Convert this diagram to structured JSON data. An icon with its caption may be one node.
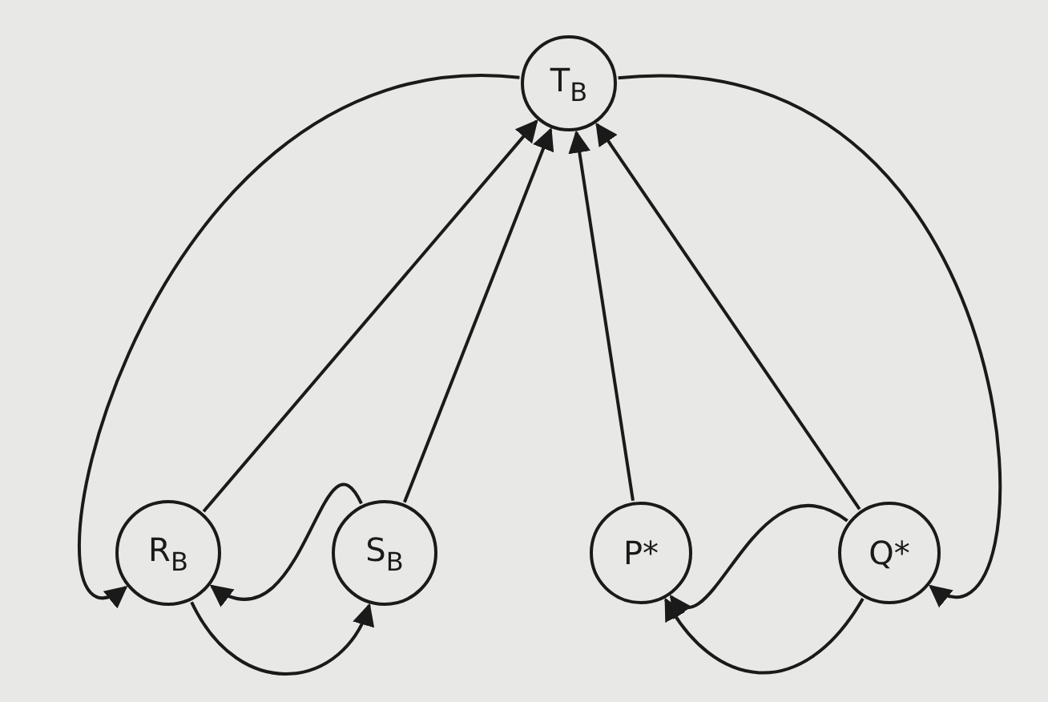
{
  "diagram": {
    "nodes": [
      {
        "text": [
          "T$_{B}$"
        ]
      },
      {
        "text": [
          "R$_{B}$"
        ]
      },
      {
        "text": [
          "S$_{B}$"
        ]
      },
      {
        "text": [
          "P*"
        ]
      },
      {
        "text": [
          "Q*"
        ]
      }
    ],
    "edges": [
      {
        "from": 1,
        "to": 0,
        "arrow": "to"
      },
      {
        "from": 2,
        "to": 0,
        "arrow": "to"
      },
      {
        "from": 3,
        "to": 0,
        "arrow": "to"
      },
      {
        "from": 4,
        "to": 0,
        "arrow": "to"
      },
      {
        "from": 0,
        "to": 1,
        "arrow": "to"
      },
      {
        "from": 1,
        "to": 2,
        "arrow": "to"
      },
      {
        "from": 2,
        "to": 1,
        "arrow": "to"
      },
      {
        "from": 0,
        "to": 4,
        "arrow": "to"
      },
      {
        "from": 4,
        "to": 3,
        "arrow": "to"
      },
      {
        "from": 4,
        "to": 3,
        "arrow": "to"
      }
    ]
  }
}
